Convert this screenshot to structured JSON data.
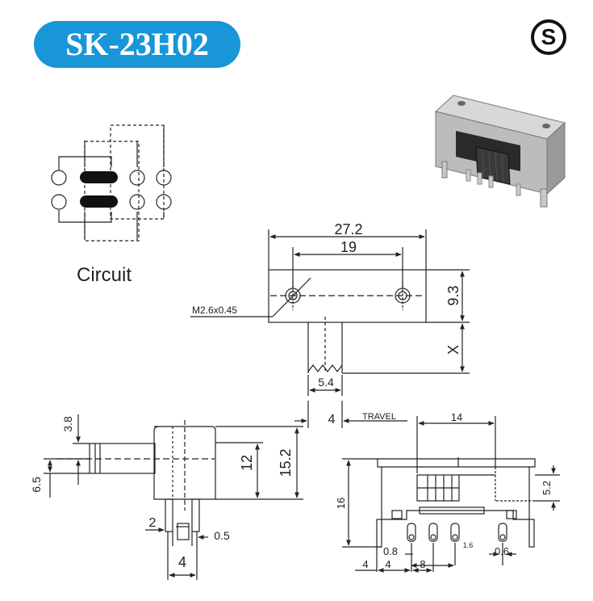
{
  "header": {
    "model": "SK-23H02",
    "brand_letter": "S",
    "badge_color": "#1896d8"
  },
  "circuit": {
    "label": "Circuit"
  },
  "top_view": {
    "overall_width": "27.2",
    "hole_spacing": "19",
    "body_height": "9.3",
    "lever_length": "X",
    "lever_width": "5.4",
    "thread_note": "M2.6x0.45"
  },
  "side_view": {
    "pin_offset_top": "3.8",
    "actuator_height": "6.5",
    "pin_width": "2",
    "pin_thickness": "0.5",
    "pin_spacing": "4",
    "body_height": "12",
    "total_height": "15.2",
    "travel_value": "4",
    "travel_label": "TRAVEL"
  },
  "front_view": {
    "slot_width": "14",
    "height": "16",
    "lever_height": "5.2",
    "pitch_a": "4",
    "pitch_b": "4",
    "pin_gap": "0.8",
    "pin_span": "8",
    "hole_dia": "1.6",
    "lug_thickness": "0.6"
  }
}
